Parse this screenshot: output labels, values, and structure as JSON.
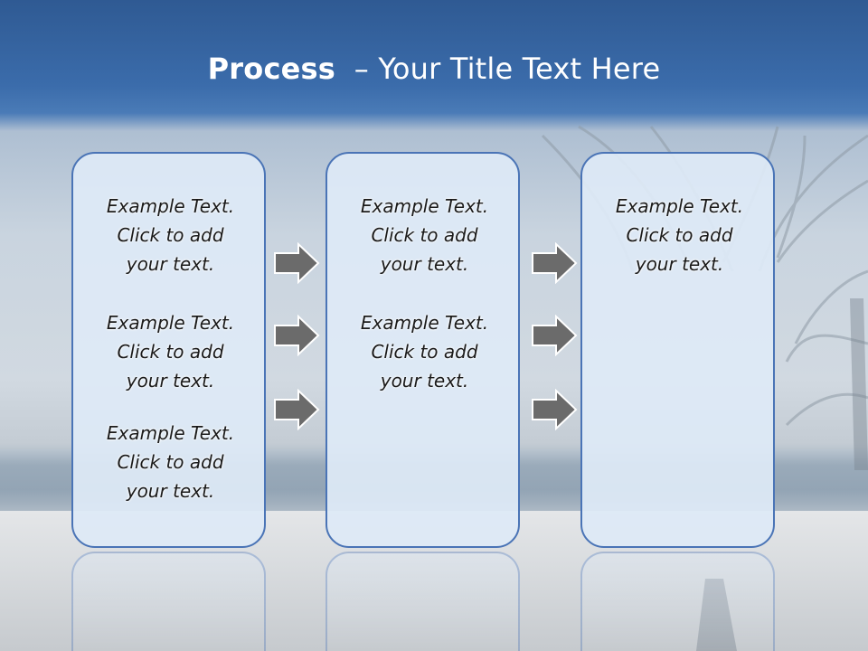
{
  "title": {
    "bold": "Process",
    "rest": "  – Your Title Text Here"
  },
  "columns": [
    {
      "items": [
        {
          "lines": [
            "Example Text.",
            "Click  to add",
            "your text."
          ]
        },
        {
          "lines": [
            "Example Text.",
            "Click  to add",
            "your text."
          ]
        },
        {
          "lines": [
            "Example Text.",
            "Click  to add",
            "your text."
          ]
        }
      ]
    },
    {
      "items": [
        {
          "lines": [
            "Example Text.",
            "Click  to add",
            "your text."
          ]
        },
        {
          "lines": [
            "Example Text.",
            "Click  to add",
            "your text."
          ]
        }
      ]
    },
    {
      "items": [
        {
          "lines": [
            "Example Text.",
            "Click  to add",
            "your text."
          ]
        }
      ]
    }
  ],
  "arrow_icon": "right-arrow-icon",
  "colors": {
    "header_blue": "#3b6cab",
    "box_border": "#4a74b6",
    "box_fill": "#dee9f6",
    "arrow_fill": "#6b6b6b"
  }
}
